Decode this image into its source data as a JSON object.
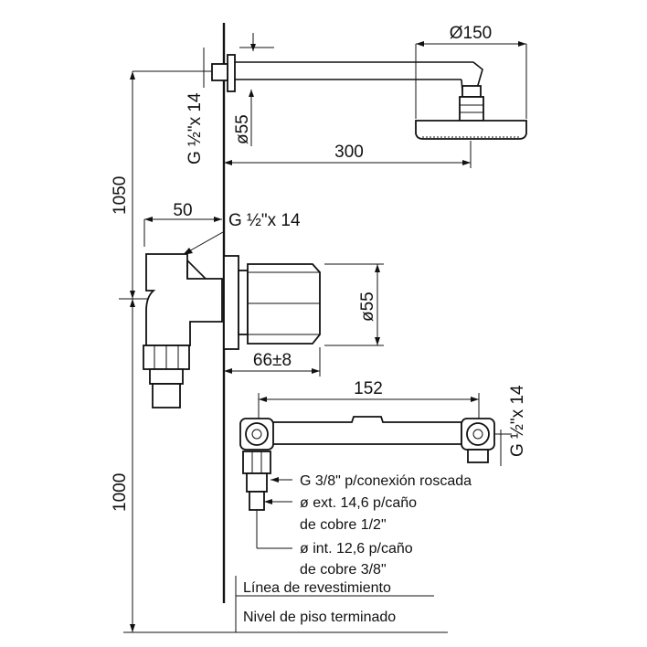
{
  "drawing": {
    "dimensions": {
      "shower_diameter": "Ø150",
      "wall_thread_vertical": "G ½\"x 14",
      "arm_diameter": "ø55",
      "arm_length": "300",
      "total_height_upper": "1050",
      "offset_50": "50",
      "inlet_thread": "G ½\"x 14",
      "valve_diameter": "ø55",
      "depth": "66±8",
      "spacing": "152",
      "side_thread": "G ½\"x 14",
      "total_height_lower": "1000"
    },
    "notes": {
      "thread_connection": "G 3/8\" p/conexión roscada",
      "ext_diameter_1": "ø ext. 14,6 p/caño",
      "ext_diameter_2": "de cobre 1/2\"",
      "int_diameter_1": "ø int. 12,6 p/caño",
      "int_diameter_2": "de cobre 3/8\"",
      "cladding_line": "Línea de revestimiento",
      "floor_level": "Nivel de piso terminado"
    }
  }
}
